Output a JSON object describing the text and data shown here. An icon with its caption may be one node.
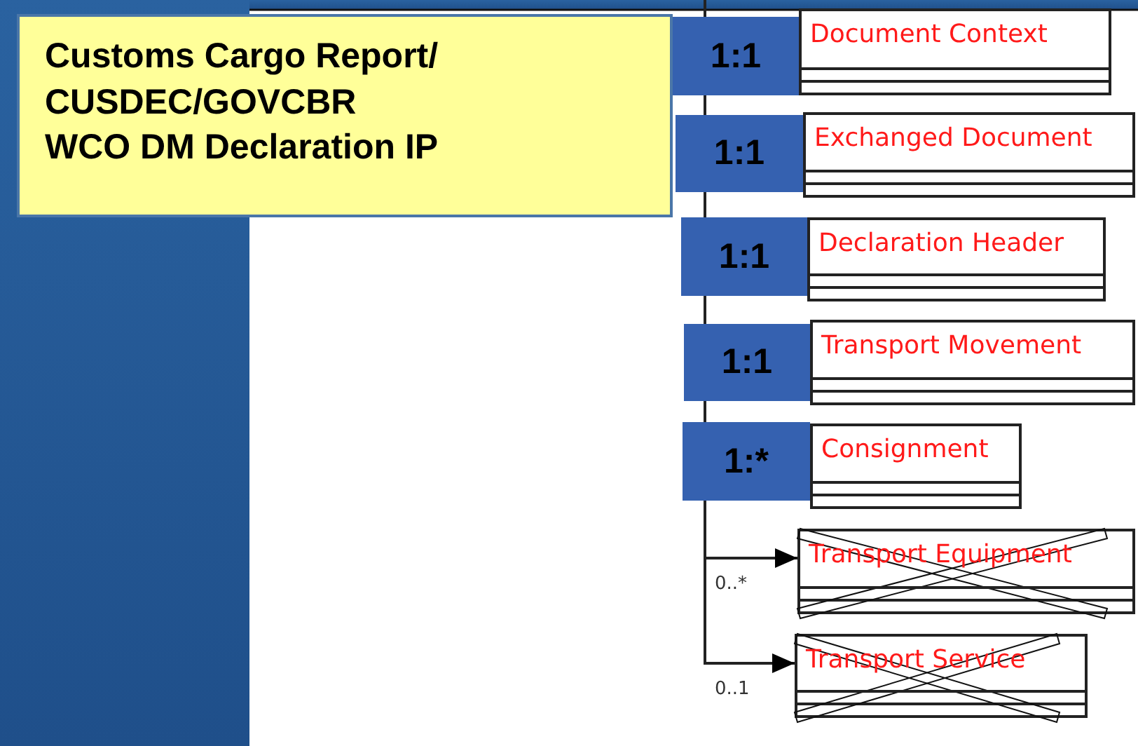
{
  "diagram": {
    "nodes": [
      {
        "text": [
          "Customs Cargo Report/ CUSDEC/GOVCBR",
          "WCO DM Declaration IP"
        ]
      },
      {
        "text": [
          "1:1"
        ]
      },
      {
        "text": [
          "Document Context"
        ]
      },
      {
        "text": [
          "1:1"
        ]
      },
      {
        "text": [
          "Exchanged Document"
        ]
      },
      {
        "text": [
          "1:1"
        ]
      },
      {
        "text": [
          "Declaration Header"
        ]
      },
      {
        "text": [
          "1:1"
        ]
      },
      {
        "text": [
          "Transport Movement"
        ]
      },
      {
        "text": [
          "1:*"
        ]
      },
      {
        "text": [
          "Consignment"
        ]
      },
      {
        "text": [
          "Transport Equipment"
        ]
      },
      {
        "text": [
          "Transport Service"
        ]
      }
    ],
    "edges": [
      {
        "from": null,
        "to": 11,
        "arrow": "to",
        "label": "0..*"
      },
      {
        "from": null,
        "to": 12,
        "arrow": "to",
        "label": "0..1"
      }
    ]
  }
}
